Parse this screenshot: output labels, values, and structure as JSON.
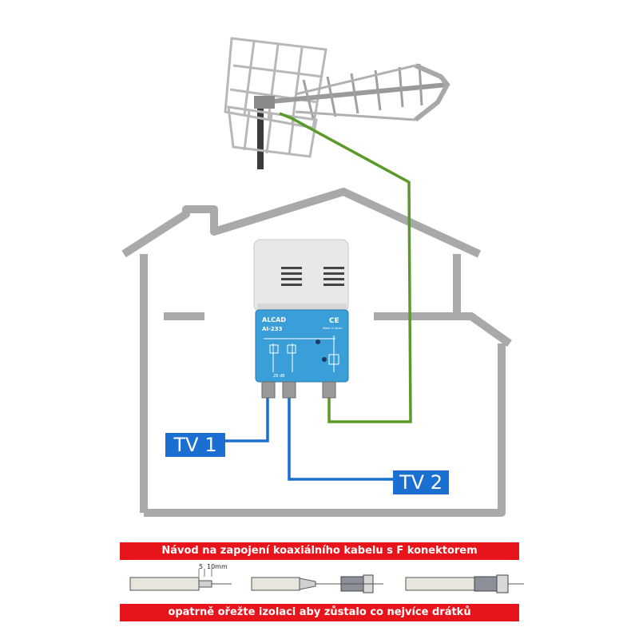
{
  "amplifier": {
    "brand": "ALCAD",
    "model": "AI-233",
    "ce_mark": "CE",
    "made_in": "Made in Spain",
    "gain": "28 dB"
  },
  "outlets": {
    "tv1": "TV 1",
    "tv2": "TV 2"
  },
  "instructions": {
    "title": "Návod na zapojení koaxiálního kabelu s F konektorem",
    "dim_5": "5",
    "dim_10": "10mm",
    "note": "opatrně ořežte izolaci aby zůstalo co nejvíce drátků"
  },
  "colors": {
    "house_outline": "#a9a9a9",
    "antenna_cable": "#5a9a2a",
    "tv_cable": "#1a6fd1",
    "label_background": "#1a6fd1",
    "banner": "#e8141b",
    "amplifier_panel": "#3a9fd8"
  }
}
